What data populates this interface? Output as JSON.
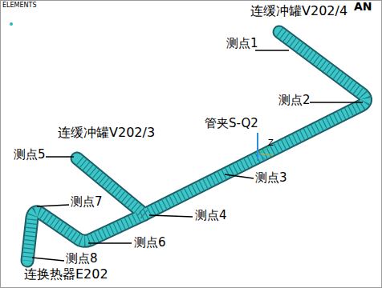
{
  "diagram": {
    "labels": [
      "ELEMENTS",
      "AN",
      "连缓冲罐V202/4",
      "测点1",
      "测点2",
      "管夹S-Q2",
      "Z",
      "测点3",
      "测点4",
      "连缓冲罐V202/3",
      "测点5",
      "测点7",
      "测点6",
      "测点8",
      "连换热器E202"
    ]
  }
}
